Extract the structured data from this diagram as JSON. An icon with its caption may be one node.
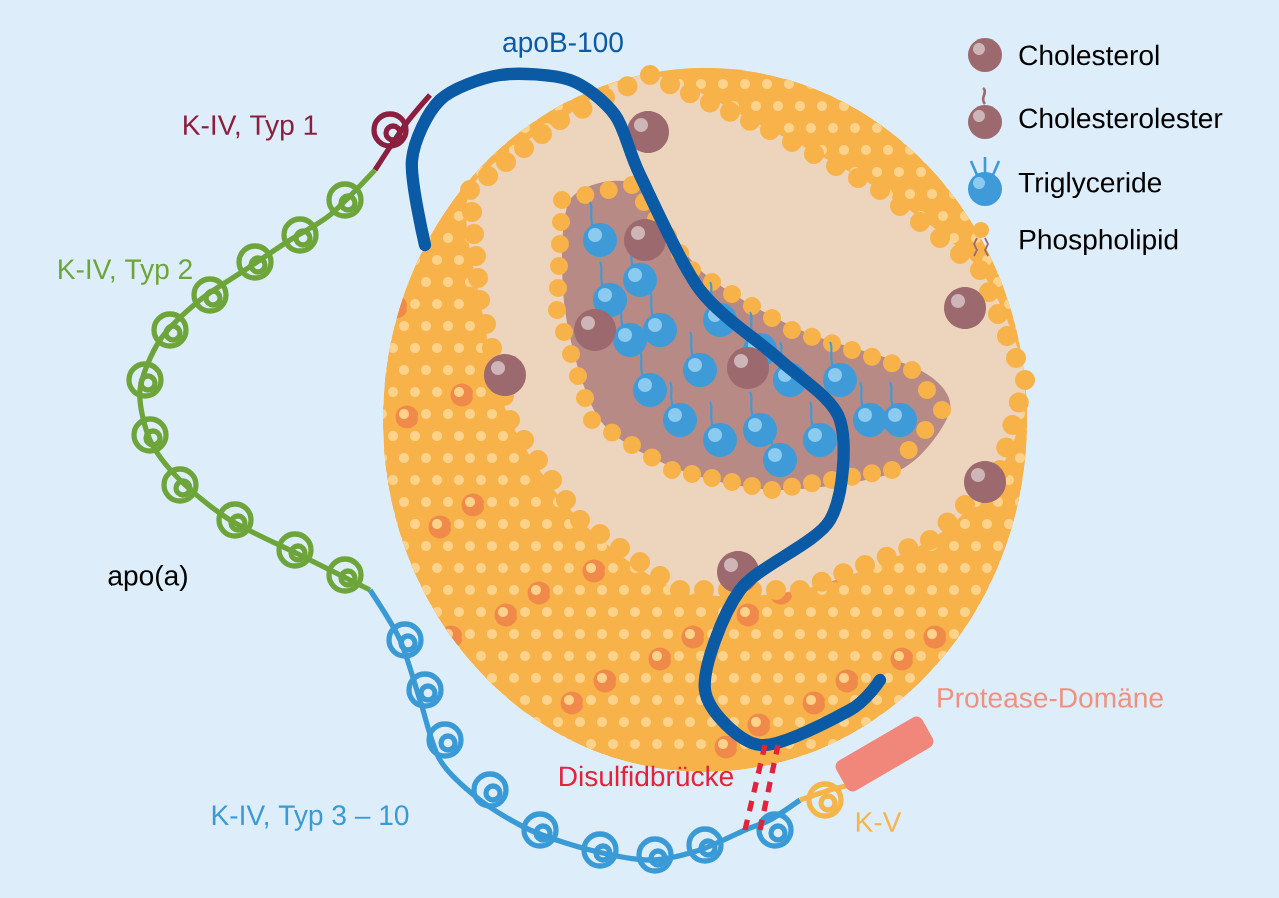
{
  "diagram": {
    "nodes": [
      {
        "text": [],
        "shape": "box"
      }
    ],
    "labels": [
      "apoB-100",
      "K-IV, Typ 1",
      "K-IV, Typ 2",
      "apo(a)",
      "K-IV, Typ 3 – 10",
      "Disulfidbrücke",
      "Protease-Domäne",
      "K-V"
    ],
    "legend": [
      {
        "text": "Cholesterol"
      },
      {
        "text": "Cholesterolester"
      },
      {
        "text": "Triglyceride"
      },
      {
        "text": "Phospholipid"
      }
    ]
  }
}
